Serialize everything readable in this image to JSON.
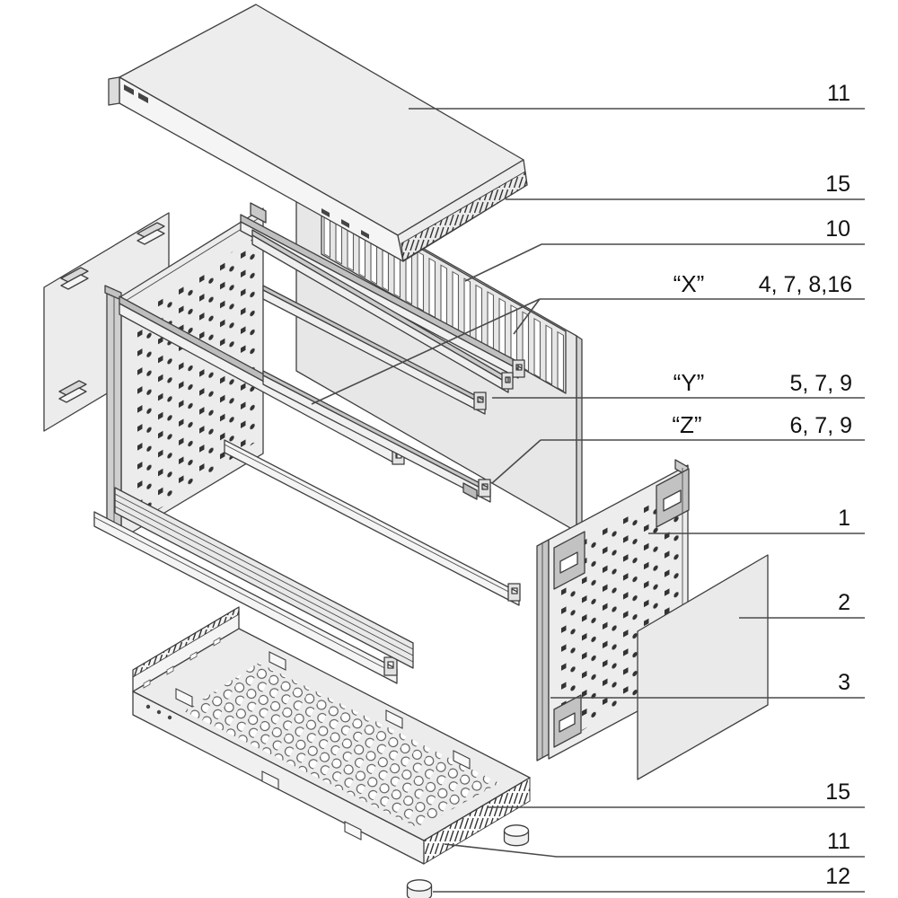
{
  "figure": {
    "type": "exploded-assembly-diagram",
    "subject": "subrack enclosure exploded view",
    "background": "#ffffff",
    "palette": {
      "outline": "#3f3f3f",
      "panel": "#ececec",
      "panel_light": "#f4f4f4",
      "panel_dark": "#c9c9c9",
      "rail_top": "#bdbdbd",
      "hole": "#333333"
    }
  },
  "callouts": {
    "top_cover": "11",
    "emc_top": "15",
    "rear_panel": "10",
    "x_ref": "“X”",
    "x_items": "4, 7, 8,16",
    "y_ref": "“Y”",
    "y_items": "5, 7, 9",
    "z_ref": "“Z”",
    "z_items": "6, 7, 9",
    "side_panel": "1",
    "front_panel": "2",
    "corner_profile": "3",
    "emc_bottom": "15",
    "bottom_cover": "11",
    "foot": "12"
  },
  "parts": [
    {
      "name": "top-cover-plate",
      "callout": "11"
    },
    {
      "name": "emc-contact-strip-top",
      "callout": "15"
    },
    {
      "name": "rear-vented-panel",
      "callout": "10"
    },
    {
      "name": "horizontal-rails-top",
      "callout": "4, 7, 8,16",
      "position_ref": "“X”"
    },
    {
      "name": "horizontal-rail-middle",
      "callout": "5, 7, 9",
      "position_ref": "“Y”"
    },
    {
      "name": "horizontal-rail-bottom",
      "callout": "6, 7, 9",
      "position_ref": "“Z”"
    },
    {
      "name": "perforated-side-panel-right",
      "callout": "1"
    },
    {
      "name": "blank-front-panel",
      "callout": "2"
    },
    {
      "name": "corner-extrusion-profile",
      "callout": "3"
    },
    {
      "name": "emc-contact-strip-bottom",
      "callout": "15"
    },
    {
      "name": "bottom-cover-plate",
      "callout": "11"
    },
    {
      "name": "foot",
      "callout": "12"
    }
  ]
}
